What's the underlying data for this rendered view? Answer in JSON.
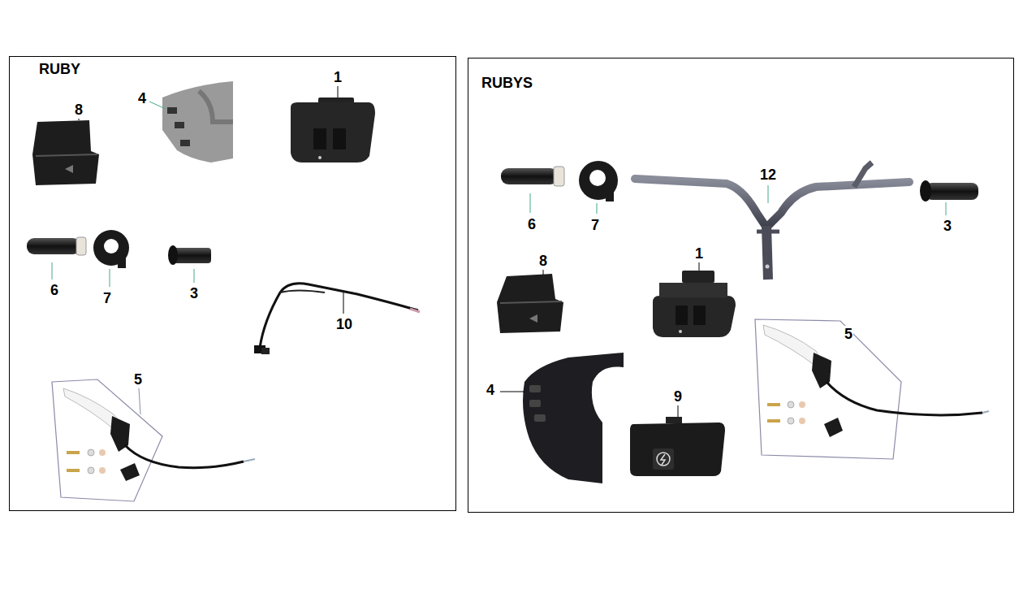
{
  "diagram": {
    "nodes": [
      {
        "text": [
          "RUBY"
        ]
      },
      {
        "text": [
          "RUBYS"
        ]
      }
    ],
    "labels": [
      "8",
      "4",
      "1",
      "6",
      "7",
      "3",
      "10",
      "5",
      "6",
      "7",
      "12",
      "3",
      "8",
      "1",
      "5",
      "4",
      "9"
    ]
  }
}
